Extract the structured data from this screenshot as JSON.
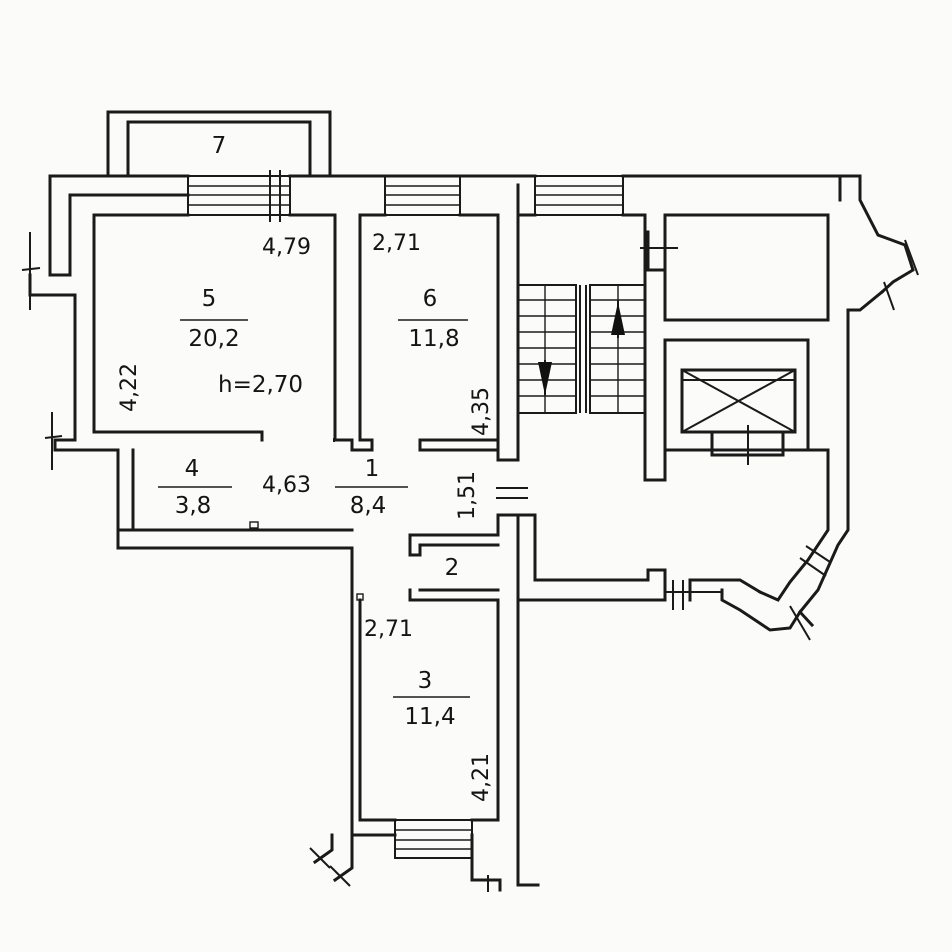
{
  "rooms": [
    {
      "num": "7"
    },
    {
      "num": "5",
      "area": "20,2"
    },
    {
      "num": "6",
      "area": "11,8"
    },
    {
      "num": "4",
      "area": "3,8"
    },
    {
      "num": "1",
      "area": "8,4"
    },
    {
      "num": "2"
    },
    {
      "num": "3",
      "area": "11,4"
    }
  ],
  "ceiling_height": "h=2,70",
  "dimensions": {
    "d479": "4,79",
    "d271_top": "2,71",
    "d422": "4,22",
    "d435": "4,35",
    "d463": "4,63",
    "d151": "1,51",
    "d271_mid": "2,71",
    "d421": "4,21"
  }
}
